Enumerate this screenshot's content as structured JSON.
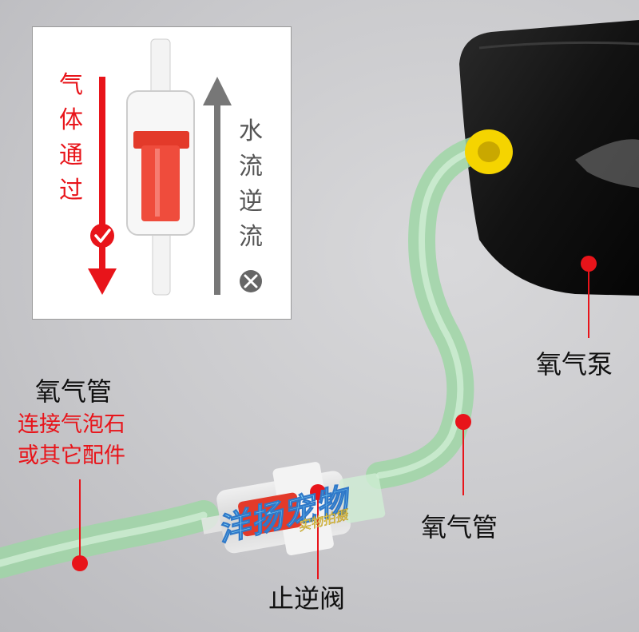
{
  "inset": {
    "left_column": [
      "气",
      "体",
      "通",
      "过"
    ],
    "left_mark": "check-icon",
    "right_column": [
      "水",
      "流",
      "逆",
      "流"
    ],
    "right_mark": "x-icon"
  },
  "callouts": {
    "tube_left_title": "氧气管",
    "tube_left_sub1": "连接气泡石",
    "tube_left_sub2": "或其它配件",
    "pump": "氧气泵",
    "tube_right": "氧气管",
    "valve": "止逆阀"
  },
  "watermark": {
    "main": "洋扬宠物",
    "sub": "实物拍摄"
  },
  "colors": {
    "accent_red": "#e8141a",
    "tube_green": "#a8dcb0",
    "pump_black": "#151515",
    "nozzle_yellow": "#f5d400",
    "valve_red": "#e33a2a"
  }
}
